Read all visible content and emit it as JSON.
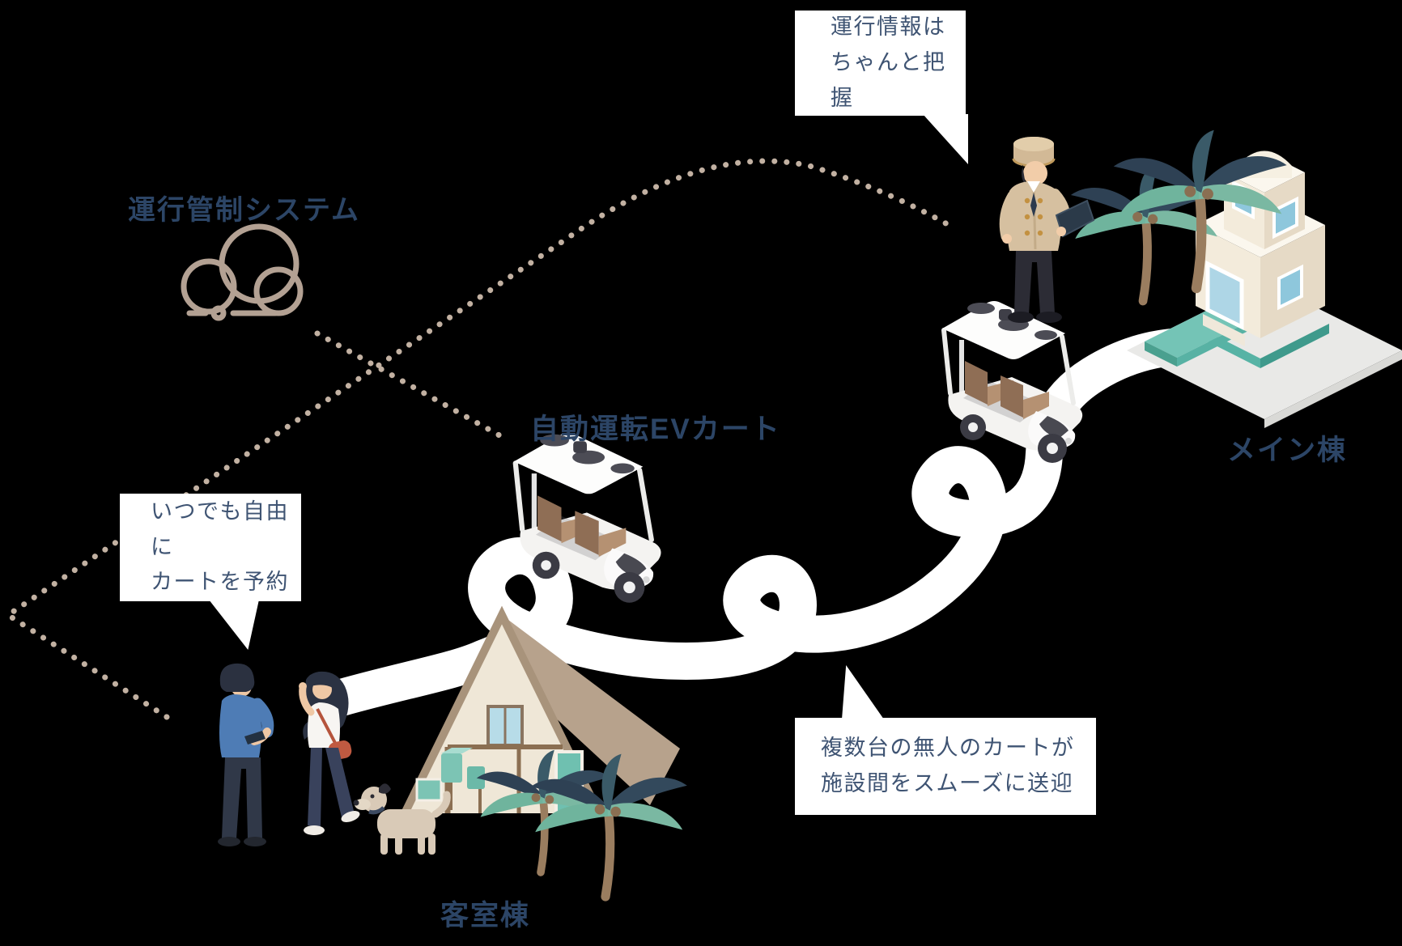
{
  "scene": {
    "background": "#000000",
    "description": "Resort autonomous EV cart shuttle system diagram"
  },
  "colors": {
    "text_navy": "#2c4566",
    "bubble_text": "#3f5473",
    "dotted_line": "#c2b1a2",
    "cloud_outline": "#b3a193",
    "road": "#ffffff",
    "teal_accent": "#58b2a4",
    "building_cream": "#f1e8d8"
  },
  "system": {
    "label": "運行管制システム",
    "icon": "cloud-icon"
  },
  "bubbles": {
    "top": {
      "line1": "運行情報は",
      "line2": "ちゃんと把握"
    },
    "left": {
      "line1": "いつでも自由に",
      "line2": "カートを予約"
    },
    "bottom": {
      "line1": "複数台の無人のカートが",
      "line2": "施設間をスムーズに送迎"
    }
  },
  "labels": {
    "cart": "自動運転EVカート",
    "main_building": "メイン棟",
    "guest_building": "客室棟"
  },
  "icons": [
    "cloud-icon",
    "ev-cart-icon",
    "staff-icon",
    "couple-icon",
    "dog-icon",
    "main-building-icon",
    "guest-house-icon",
    "palm-tree-icon",
    "road-path"
  ]
}
